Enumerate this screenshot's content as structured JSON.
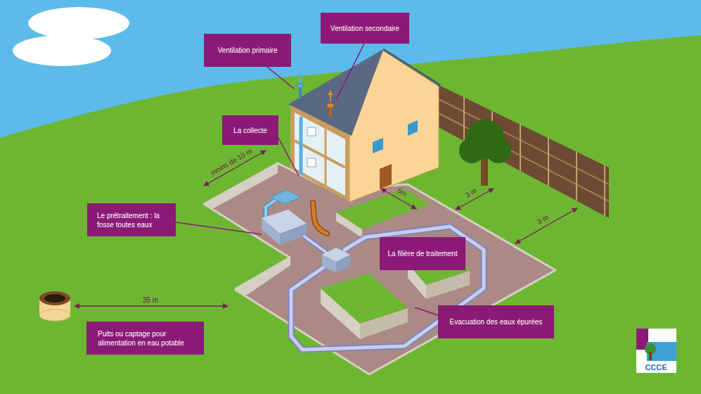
{
  "diagram": {
    "nodes": [
      {
        "text": [
          "Ventilation primaire"
        ]
      },
      {
        "text": [
          "Ventilation secondaire"
        ]
      },
      {
        "text": [
          "La collecte"
        ]
      },
      {
        "text": [
          "Le prétraitement : la fosse toutes eaux"
        ]
      },
      {
        "text": [
          "La filière de traitement"
        ]
      },
      {
        "text": [
          "Evacuation des eaux épurées"
        ]
      },
      {
        "text": [
          "Puits ou captage pour alimentation en eau potable"
        ]
      }
    ],
    "labels": [
      "moins de 10 m",
      "5m",
      "3 m",
      "3 m",
      "35 m",
      "CCCE"
    ]
  }
}
